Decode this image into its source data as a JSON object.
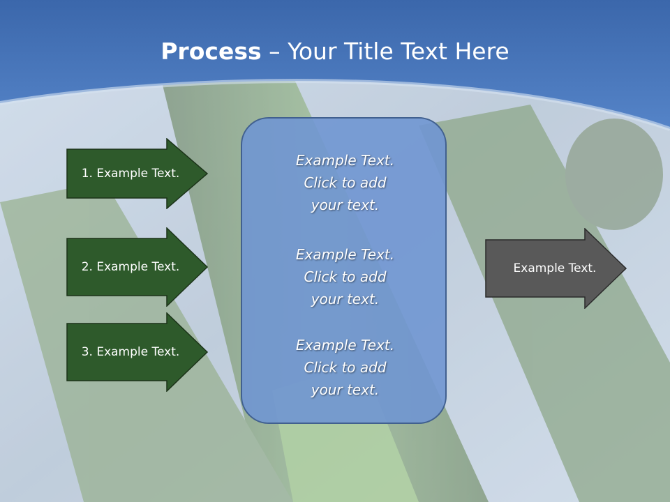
{
  "title": {
    "bold": "Process",
    "rest": " – Your Title Text Here"
  },
  "left_arrows": [
    {
      "label": "1. Example Text."
    },
    {
      "label": "2. Example Text."
    },
    {
      "label": "3. Example Text."
    }
  ],
  "center_box": {
    "paragraphs": [
      {
        "lines": [
          "Example Text.",
          "Click  to add",
          "your text."
        ]
      },
      {
        "lines": [
          "Example Text.",
          "Click  to add",
          "your text."
        ]
      },
      {
        "lines": [
          "Example Text.",
          "Click  to add",
          "your text."
        ]
      }
    ]
  },
  "right_arrow": {
    "label": "Example Text."
  },
  "colors": {
    "header_blue": "#4e79bd",
    "green_arrow": "#2e5a2b",
    "gray_arrow": "#595959",
    "center_box": "#7096d2"
  }
}
